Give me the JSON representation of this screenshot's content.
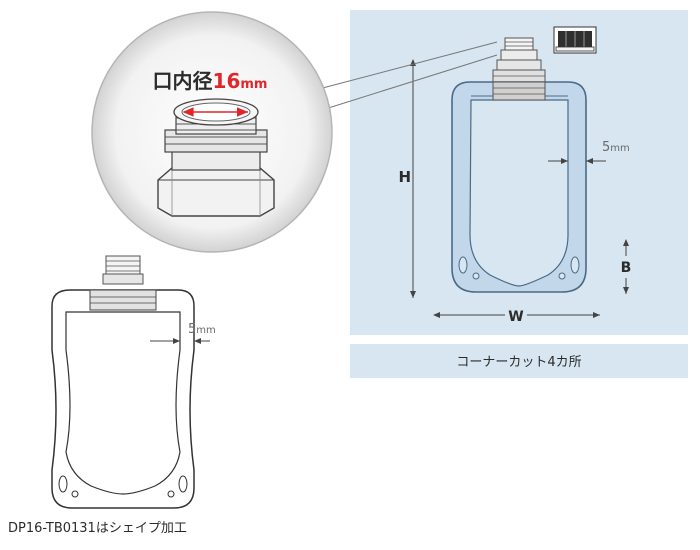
{
  "zoom_callout": {
    "label_prefix": "口内径",
    "label_value": "16",
    "label_unit": "mm",
    "accent_color": "#e0262b"
  },
  "right_panel": {
    "height_label": "H",
    "width_label": "W",
    "bottom_label": "B",
    "seal_width_value": "5",
    "seal_width_unit": "mm",
    "background_color": "#d7e6f1",
    "caption": "コーナーカット4カ所"
  },
  "left_pouch": {
    "seal_width_value": "5",
    "seal_width_unit": "mm",
    "caption": "DP16-TB0131はシェイプ加工"
  }
}
